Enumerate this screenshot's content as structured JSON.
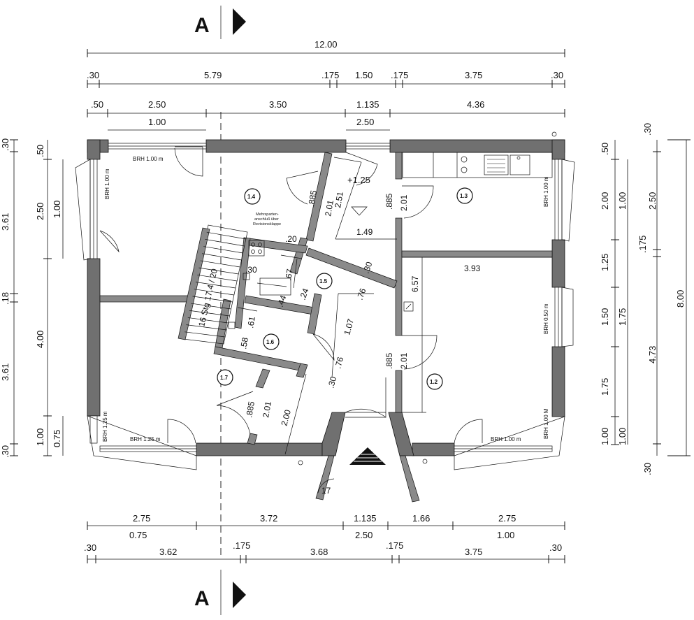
{
  "section": {
    "label": "A"
  },
  "dims": {
    "top_total": "12.00",
    "top_row1": [
      ".30",
      "5.79",
      ".175",
      "1.50",
      ".175",
      "3.75",
      ".30"
    ],
    "top_row2": [
      ".50",
      "2.50",
      "3.50",
      "1.135",
      "4.36"
    ],
    "top_row3": [
      "1.00",
      "2.50"
    ],
    "bottom_row1": [
      "2.75",
      "3.72",
      "1.135",
      "1.66",
      "2.75"
    ],
    "bottom_row1b": [
      "0.75",
      "2.50",
      "1.00"
    ],
    "bottom_row2": [
      ".30",
      "3.62",
      ".175",
      "3.68",
      ".175",
      "3.75",
      ".30"
    ],
    "left_outer": [
      ".30",
      "3.61",
      ".18",
      "3.61",
      ".30"
    ],
    "left_mid": [
      ".50",
      "2.50",
      "4.00",
      "1.00"
    ],
    "left_inner": [
      "1.00",
      "0.75"
    ],
    "right_inner": [
      ".50",
      "2.00",
      "1.25",
      "1.50",
      "1.75",
      "1.00"
    ],
    "right_mid": [
      "1.00",
      "1.75",
      "1.00"
    ],
    "right_outer": [
      ".30",
      "2.50",
      ".175",
      "4.73",
      ".30"
    ],
    "right_total": "8.00"
  },
  "rooms": [
    "1.2",
    "1.3",
    "1.4",
    "1.5",
    "1.6",
    "1.7"
  ],
  "labels": {
    "brh": [
      "BRH 1.00 m",
      "BRH 1.00 m",
      "BRH 1.00 m",
      "BRH 0.50 m",
      "BRH 1.25 m",
      "BRH 1.25 m",
      "BRH 1.00 m",
      "BRH 1.00 M"
    ],
    "note": [
      "Mehrsparten-",
      "anschluß über",
      "Revisionsklappe"
    ],
    "level": "+1.25",
    "stair": "16 Stg 17.4 / 20"
  },
  "inner_dims": [
    ".885",
    "2.01",
    "2.51",
    ".885",
    "2.01",
    "1.49",
    ".20",
    ".30",
    ".67",
    ".30",
    ".76",
    ".44",
    ".24",
    "3.93",
    "6.57",
    ".61",
    ".58",
    "1.07",
    ".76",
    ".30",
    ".885",
    "2.01",
    ".885",
    "2.01",
    "2.00",
    "17"
  ]
}
